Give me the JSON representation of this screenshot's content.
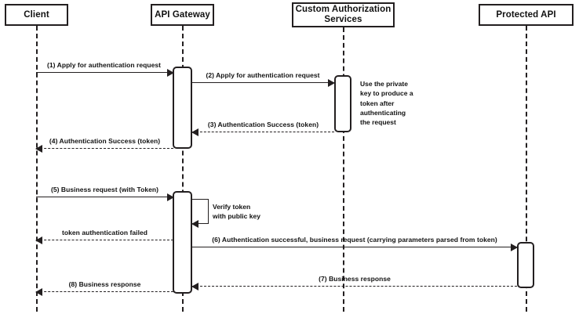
{
  "diagram": {
    "title": "API Gateway token authentication sequence",
    "type": "sequence-diagram",
    "stroke_color": "#231f20",
    "background_color": "#ffffff"
  },
  "participants": [
    {
      "id": "client",
      "label": "Client"
    },
    {
      "id": "gateway",
      "label": "API Gateway"
    },
    {
      "id": "authsvc",
      "label": "Custom Authorization\nServices"
    },
    {
      "id": "protected",
      "label": "Protected API"
    }
  ],
  "messages": [
    {
      "id": "m1",
      "label": "(1) Apply for authentication request",
      "from": "client",
      "to": "gateway",
      "style": "solid"
    },
    {
      "id": "m2",
      "label": "(2) Apply for authentication request",
      "from": "gateway",
      "to": "authsvc",
      "style": "solid"
    },
    {
      "id": "m3",
      "label": "(3) Authentication Success (token)",
      "from": "authsvc",
      "to": "gateway",
      "style": "dashed"
    },
    {
      "id": "m4",
      "label": "(4) Authentication Success (token)",
      "from": "gateway",
      "to": "client",
      "style": "dashed"
    },
    {
      "id": "m5",
      "label": "(5) Business request (with Token)",
      "from": "client",
      "to": "gateway",
      "style": "solid"
    },
    {
      "id": "m6",
      "label": "token authentication failed",
      "from": "gateway",
      "to": "client",
      "style": "dashed"
    },
    {
      "id": "m7",
      "label": "(6) Authentication successful, business request (carrying parameters parsed from token)",
      "from": "gateway",
      "to": "protected",
      "style": "solid"
    },
    {
      "id": "m8",
      "label": "(7) Business response",
      "from": "protected",
      "to": "gateway",
      "style": "dashed"
    },
    {
      "id": "m9",
      "label": "(8) Business response",
      "from": "gateway",
      "to": "client",
      "style": "dashed"
    }
  ],
  "self_messages": [
    {
      "id": "s1",
      "label": "Verify token\nwith public key",
      "on": "gateway"
    }
  ],
  "notes": [
    {
      "id": "n1",
      "label": "Use the private\nkey to produce a\ntoken after\nauthenticating\nthe request",
      "near": "authsvc"
    }
  ]
}
